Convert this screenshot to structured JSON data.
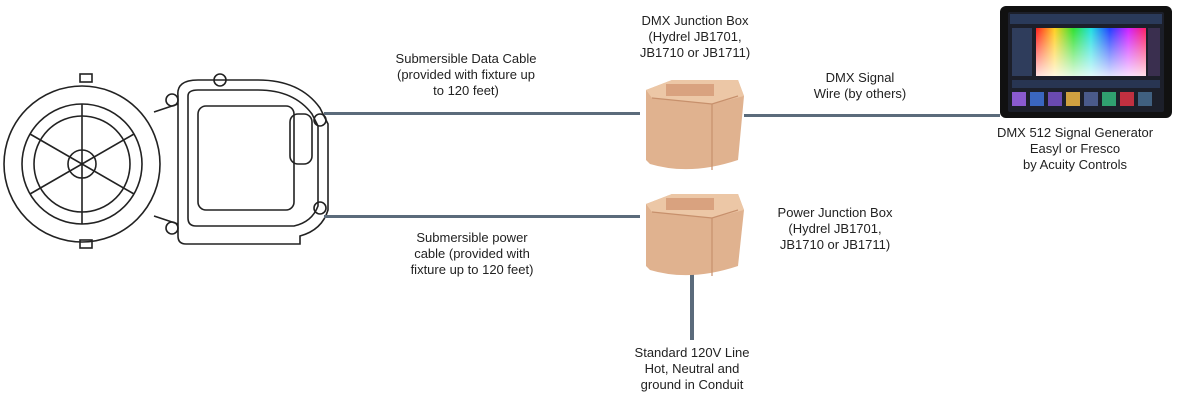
{
  "dmx_box": {
    "title": "DMX Junction Box",
    "lines": [
      "(Hydrel JB1701,",
      "JB1710 or JB1711)"
    ]
  },
  "power_box": {
    "title": "Power Junction Box",
    "lines": [
      "(Hydrel JB1701,",
      "JB1710 or JB1711)"
    ]
  },
  "data_cable": {
    "lines": [
      "Submersible Data Cable",
      "(provided with fixture up",
      "to 120 feet)"
    ]
  },
  "power_cable": {
    "lines": [
      "Submersible power",
      "cable (provided with",
      "fixture up to 120 feet)"
    ]
  },
  "dmx_wire": {
    "lines": [
      "DMX Signal",
      "Wire (by others)"
    ]
  },
  "generator": {
    "lines": [
      "DMX 512 Signal Generator",
      "Easyl or Fresco",
      "by Acuity Controls"
    ]
  },
  "line_power": {
    "lines": [
      "Standard 120V Line",
      "Hot, Neutral and",
      "ground in Conduit"
    ]
  },
  "colors": {
    "cable": "#5b6b7b",
    "box_body": "#e0b28f",
    "box_lid": "#ecc7a6",
    "screen_bezel": "#111111"
  }
}
